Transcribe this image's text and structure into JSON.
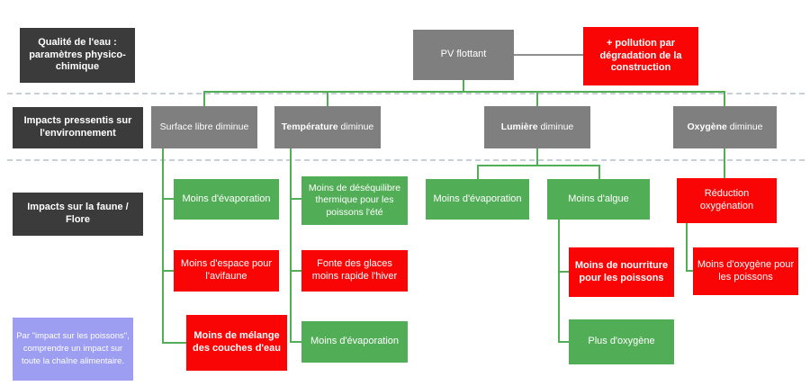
{
  "left_labels": {
    "quality": "Qualité de l'eau : paramètres physico-chimique",
    "env": "Impacts pressentis sur l'environnement",
    "fauna": "Impacts sur la faune / Flore",
    "note": "Par \"impact sur les poissons\", comprendre un impact sur toute la chaîne alimentaire."
  },
  "root": {
    "label": "PV flottant"
  },
  "pollution": {
    "label": "+ pollution par dégradation de la construction"
  },
  "factors": {
    "surface": {
      "name": "Surface libre",
      "suffix": "diminue"
    },
    "temperature": {
      "name": "Température",
      "suffix": "diminue"
    },
    "light": {
      "name": "Lumière",
      "suffix": "diminue"
    },
    "oxygen": {
      "name": "Oxygène",
      "suffix": "diminue"
    }
  },
  "impacts": {
    "evaporation1": "Moins d'évaporation",
    "avifaune": "Moins d'espace pour l'avifaune",
    "melange": "Moins de mélange des couches d'eau",
    "desequilibre": "Moins de déséquilibre thermique pour les poissons l'été",
    "fonte": "Fonte des glaces moins rapide l'hiver",
    "evaporation2": "Moins d'évaporation",
    "evaporation3": "Moins d'évaporation",
    "algue": "Moins d'algue",
    "nourriture": "Moins de nourriture pour les poissons",
    "plus_oxygene": "Plus d'oxygène",
    "reduction": "Réduction oxygénation",
    "moins_oxygene": "Moins d'oxygène pour les poissons"
  },
  "colors": {
    "positive_green": "#52ad57",
    "negative_red": "#fa0505",
    "factor_gray": "#7f7f7f",
    "label_dark": "#3b3b3b",
    "note_purple": "#9d9df1"
  }
}
